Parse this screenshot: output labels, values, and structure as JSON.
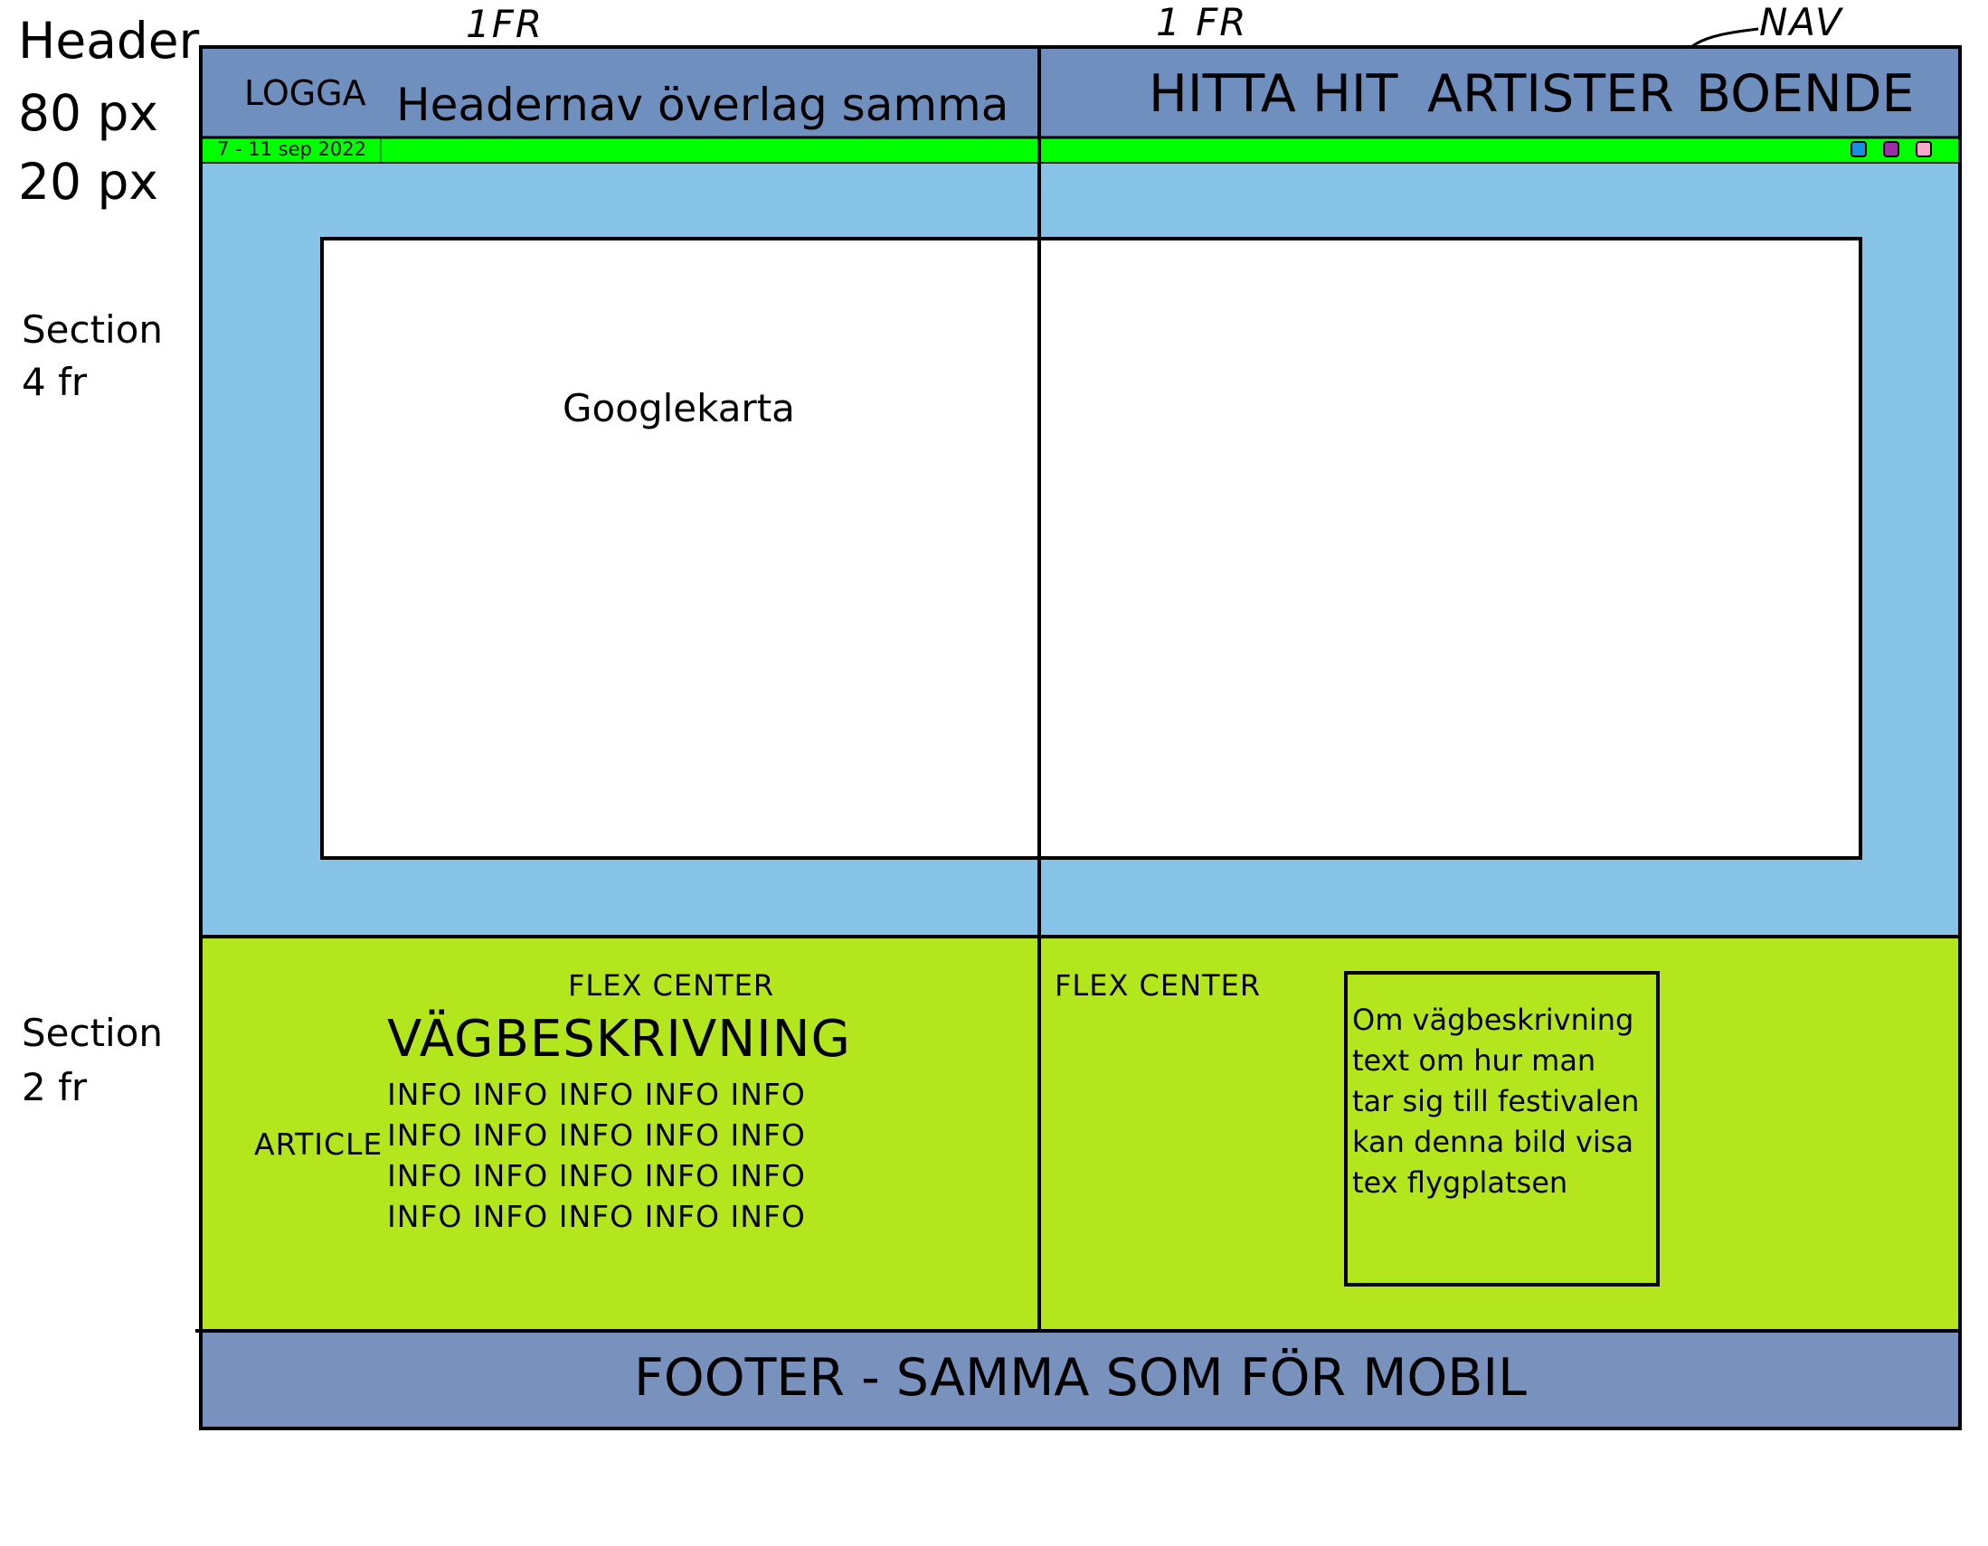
{
  "annotations": {
    "header_label": "Header",
    "header_height": "80 px",
    "strip_height": "20 px",
    "section1_label": "Section",
    "section1_fr": "4 fr",
    "section2_label": "Section",
    "section2_fr": "2 fr",
    "col1_fr": "1FR",
    "col2_fr": "1 FR",
    "nav_label": "NAV"
  },
  "header": {
    "logo": "LOGGA",
    "note": "Headernav överlag samma",
    "nav_items": [
      "HITTA HIT",
      "ARTISTER",
      "BOENDE"
    ],
    "date": "7 - 11 sep 2022",
    "swatch_colors": [
      "#1a8fe0",
      "#9b2fa8",
      "#f7a8c8"
    ]
  },
  "section1": {
    "map_label": "Googlekarta"
  },
  "section2": {
    "left": {
      "flex_label": "FLEX CENTER",
      "article_label": "ARTICLE",
      "heading": "VÄGBESKRIVNING",
      "info_lines": [
        "INFO INFO INFO INFO INFO",
        "INFO INFO INFO INFO INFO",
        "INFO INFO INFO INFO INFO",
        "INFO INFO INFO INFO INFO"
      ]
    },
    "right": {
      "flex_label": "FLEX CENTER",
      "image_text_lines": [
        "Om vägbeskrivning",
        "text om hur man",
        "tar sig till festivalen",
        "kan denna bild visa",
        "tex flygplatsen"
      ]
    }
  },
  "footer": {
    "text": "FOOTER - SAMMA SOM FÖR MOBIL"
  },
  "colors": {
    "header": "#6f8fbf",
    "strip": "#00ff00",
    "section1": "#87c3e6",
    "section2": "#b4e61e",
    "footer": "#7891bd"
  }
}
